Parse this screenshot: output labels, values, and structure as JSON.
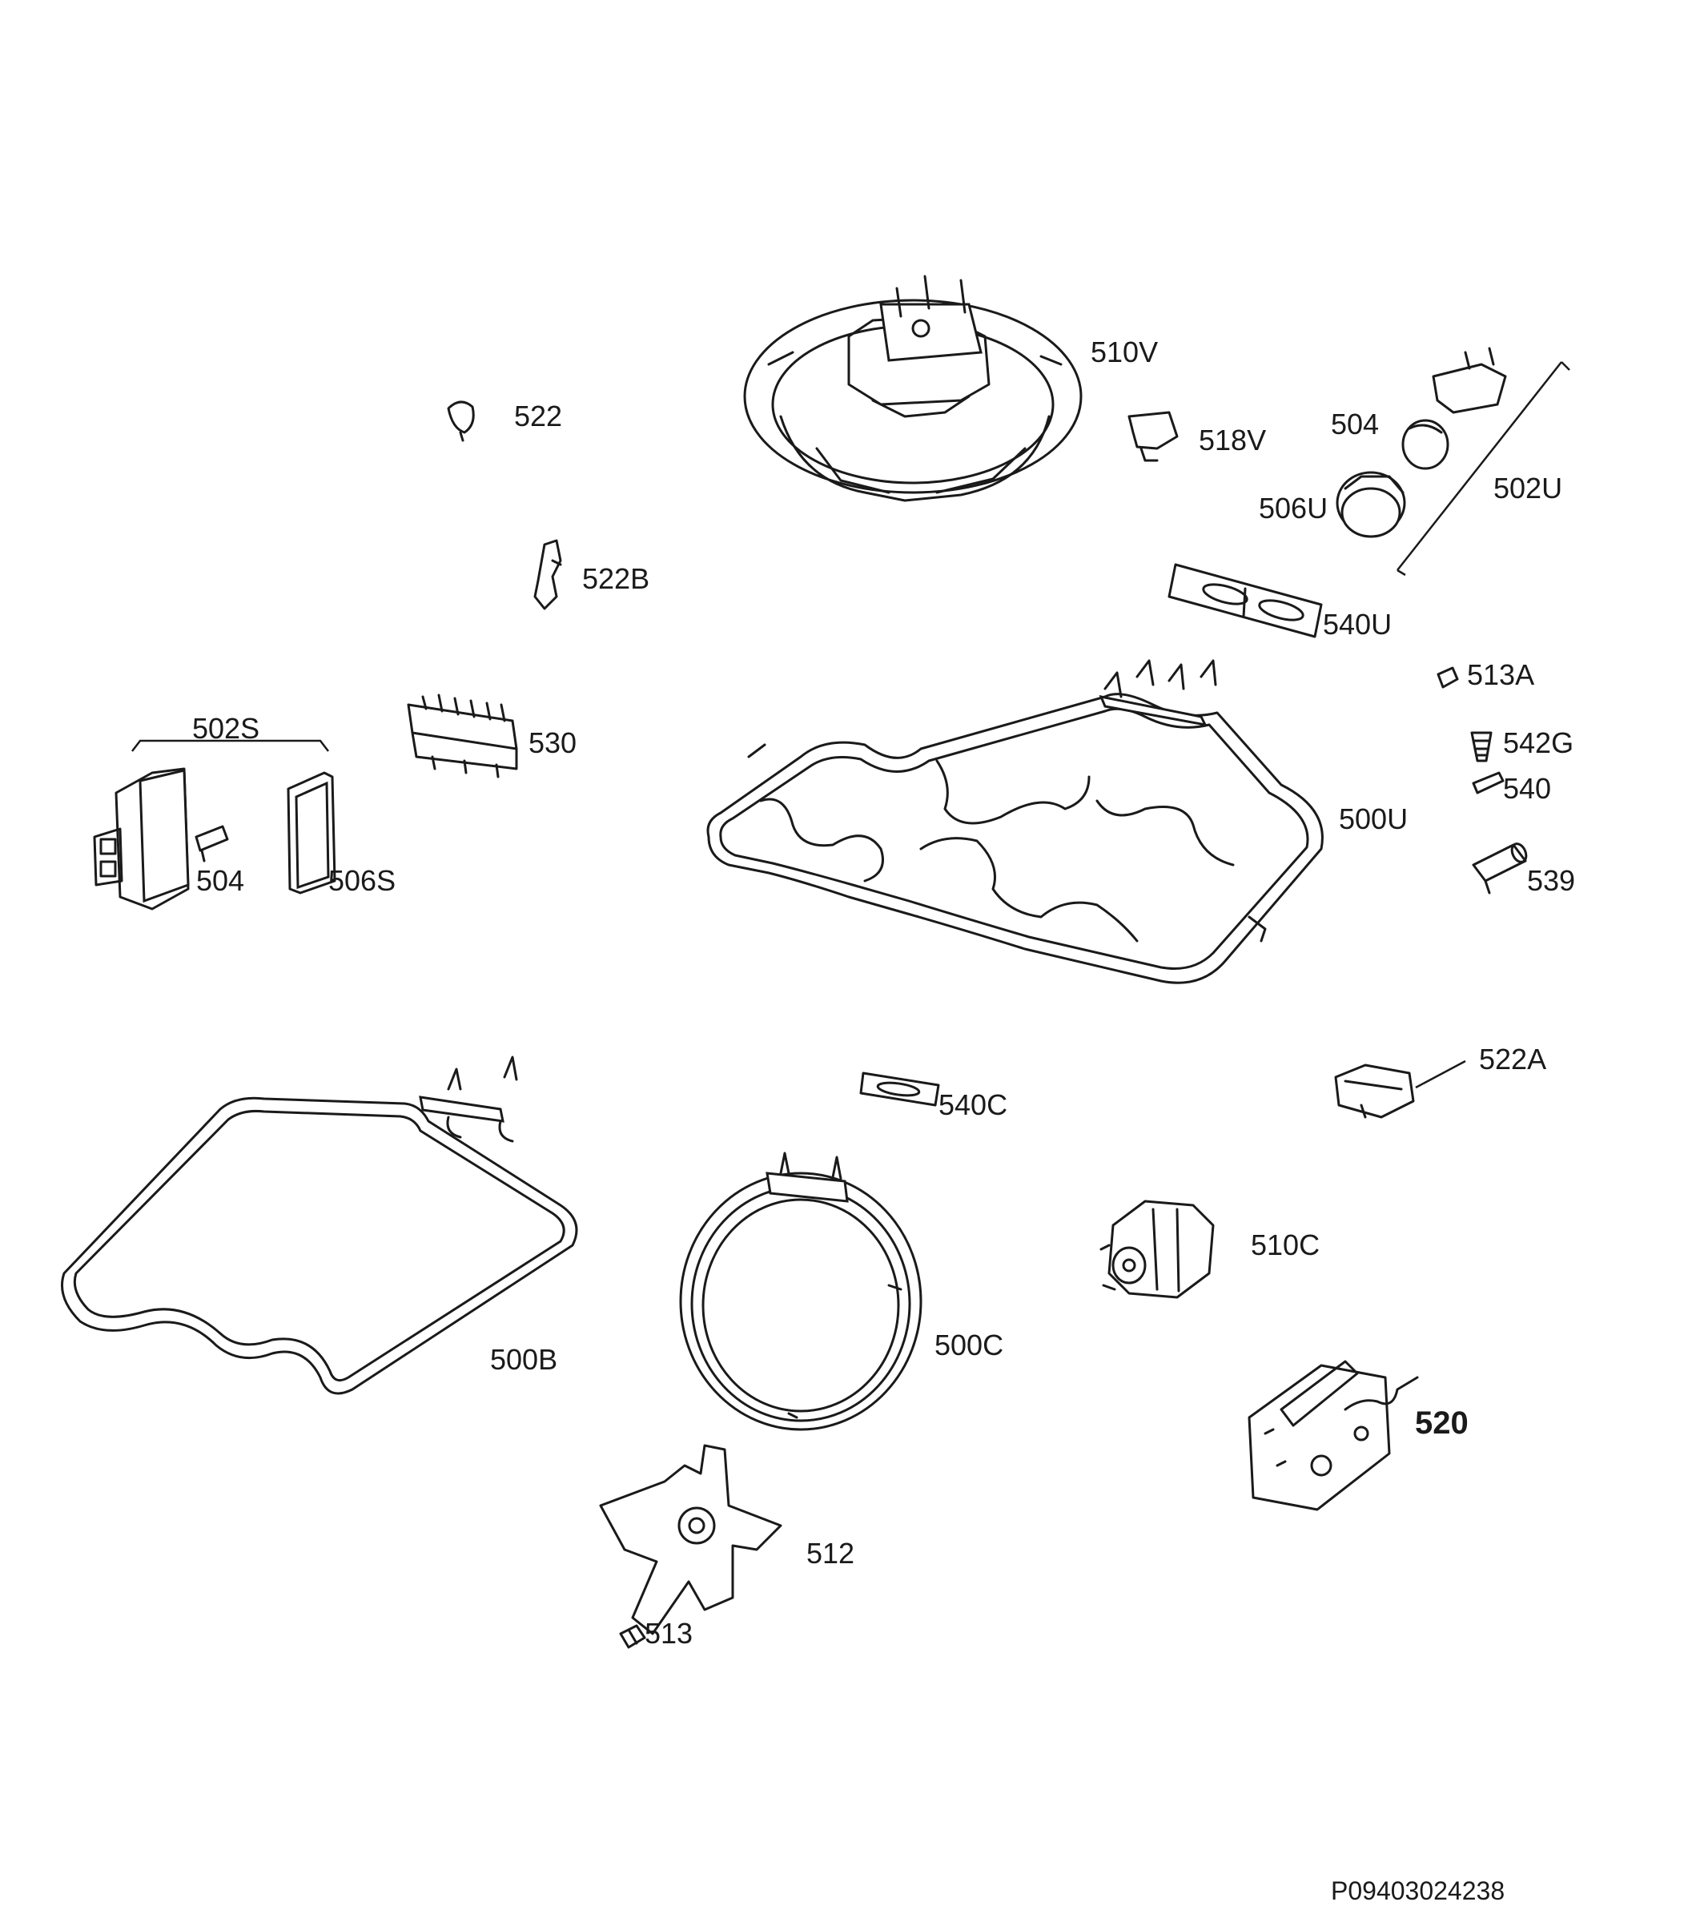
{
  "labels": {
    "l510V": "510V",
    "l522": "522",
    "l518V": "518V",
    "l504a": "504",
    "l502U": "502U",
    "l506U": "506U",
    "l522B": "522B",
    "l540U": "540U",
    "l513A": "513A",
    "l502S": "502S",
    "l530": "530",
    "l542G": "542G",
    "l540": "540",
    "l500U": "500U",
    "l504b": "504",
    "l506S": "506S",
    "l539": "539",
    "l522A": "522A",
    "l540C": "540C",
    "l510C": "510C",
    "l500C": "500C",
    "l500B": "500B",
    "l520": "520",
    "l512": "512",
    "l513": "513"
  },
  "document_code": "P09403024238"
}
